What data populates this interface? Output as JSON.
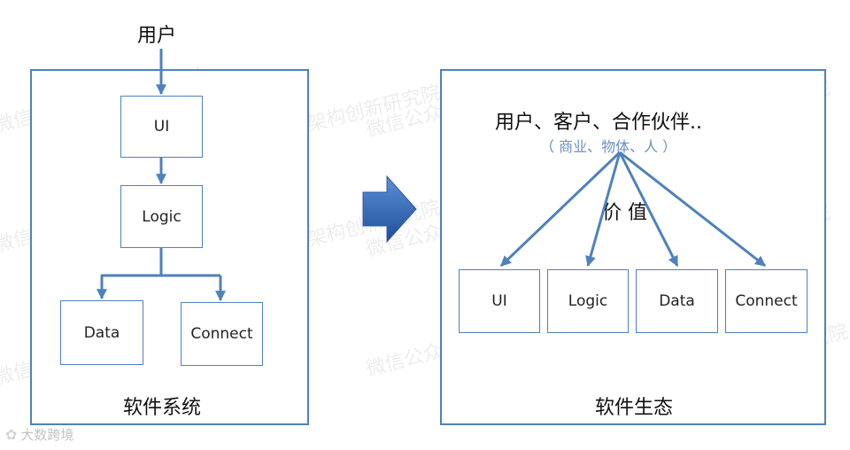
{
  "left": {
    "top_label": "用户",
    "boxes": {
      "ui": "UI",
      "logic": "Logic",
      "data": "Data",
      "connect": "Connect"
    },
    "caption": "软件系统"
  },
  "right": {
    "heading": "用户、客户、合作伙伴..",
    "subheading": "（ 商业、物体、人 ）",
    "value_label": "价 值",
    "boxes": {
      "ui": "UI",
      "logic": "Logic",
      "data": "Data",
      "connect": "Connect"
    },
    "caption": "软件生态"
  },
  "watermark": {
    "line1": "微信公众账号：eaworld",
    "line2": "EAII企业架构创新研究院"
  },
  "source_badge": "大数跨境",
  "colors": {
    "line": "#4f81bd",
    "arrow_big": "#2e5aa8",
    "subheading": "#6a8fc0"
  }
}
